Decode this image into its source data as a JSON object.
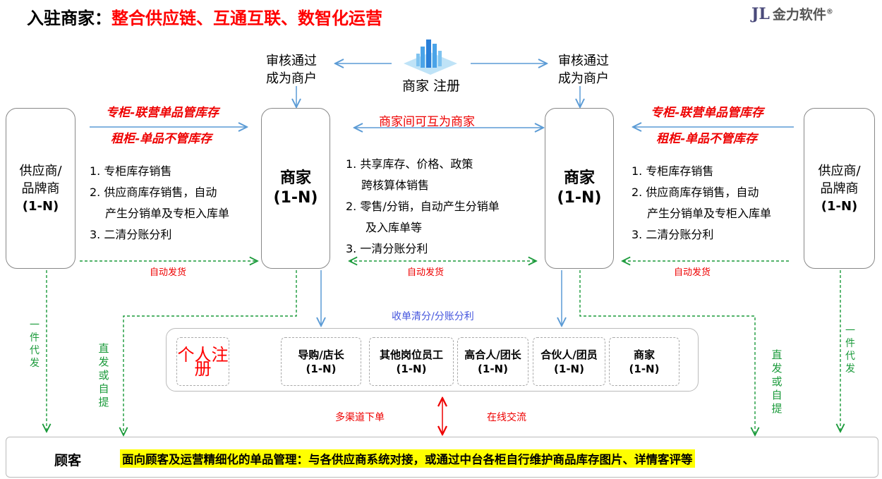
{
  "header": {
    "title_prefix": "入驻商家：",
    "title_highlight": "整合供应链、互通互联、数智化运营",
    "logo_mark": "JL",
    "logo_text": "金力软件",
    "logo_reg": "®"
  },
  "registration": {
    "label": "商家 注册",
    "icon": "city-buildings-icon",
    "audit_left": [
      "审核通过",
      "成为商户"
    ],
    "audit_right": [
      "审核通过",
      "成为商户"
    ]
  },
  "supplier_left": {
    "line1": "供应商/",
    "line2": "品牌商",
    "count": "(1-N)"
  },
  "supplier_right": {
    "line1": "供应商/",
    "line2": "品牌商",
    "count": "(1-N)"
  },
  "merchant_left": {
    "name": "商家",
    "count": "(1-N)"
  },
  "merchant_right": {
    "name": "商家",
    "count": "(1-N)"
  },
  "left_relation": {
    "top": "专柜-联营单品管库存",
    "bottom": "租柜-单品不管库存"
  },
  "right_relation": {
    "top": "专柜-联营单品管库存",
    "bottom": "租柜-单品不管库存"
  },
  "middle_relation": "商家间可互为商家",
  "left_list": [
    "1. 专柜库存销售",
    "2. 供应商库存销售，自动",
    "产生分销单及专柜入库单",
    "3. 二清分账分利"
  ],
  "middle_list": [
    "1. 共享库存、价格、政策",
    "跨核算体销售",
    "2. 零售/分销，自动产生分销单",
    "及入库单等",
    "3. 一清分账分利"
  ],
  "right_list": [
    "1. 专柜库存销售",
    "2. 供应商库存销售，自动",
    "产生分销单及专柜入库单",
    "3. 二清分账分利"
  ],
  "auto_ship": [
    "自动发货",
    "自动发货",
    "自动发货"
  ],
  "dropship": "一件代发",
  "direct": "直发或自提",
  "settlement": "收单清分/分账分利",
  "personal": {
    "title": "个人注册",
    "roles": [
      {
        "name": "导购/店长",
        "count": "(1-N)"
      },
      {
        "name": "其他岗位员工",
        "count": "(1-N)"
      },
      {
        "name": "高合人/团长",
        "count": "(1-N)"
      },
      {
        "name": "合伙人/团员",
        "count": "(1-N)"
      },
      {
        "name": "商家",
        "count": "(1-N)"
      }
    ]
  },
  "channel": {
    "left": "多渠道下单",
    "right": "在线交流"
  },
  "customer": {
    "label": "顾客",
    "description": "面向顾客及运营精细化的单品管理：与各供应商系统对接，或通过中台各柜自行维护商品库存图片、详情客评等"
  },
  "colors": {
    "red": "#ff0000",
    "green": "#1a9a3a",
    "blue": "#5b9bd5",
    "highlight": "#ffff00"
  }
}
